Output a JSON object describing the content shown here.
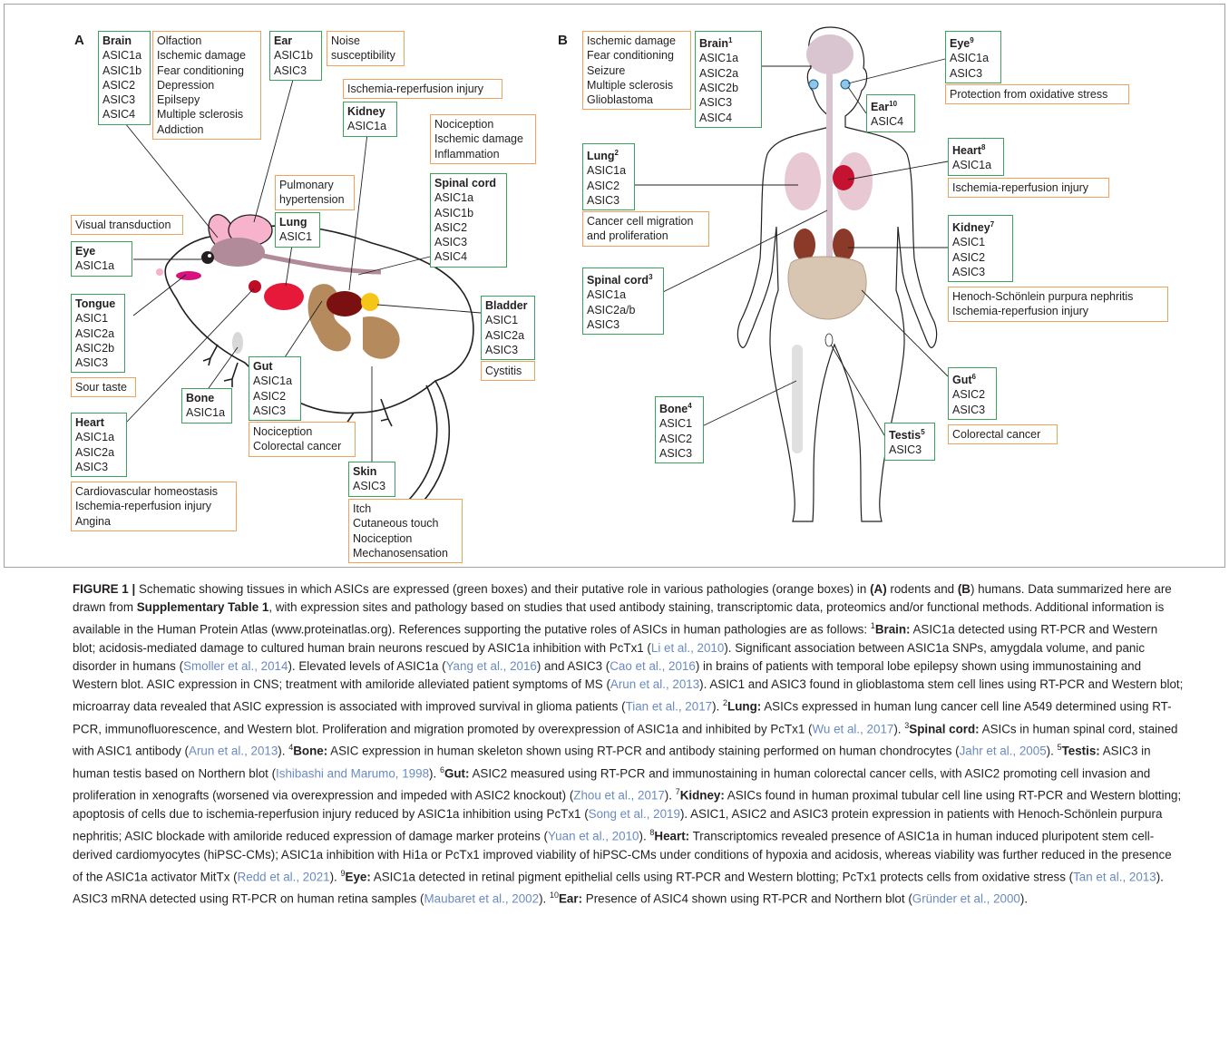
{
  "panels": {
    "a": "A",
    "b": "B"
  },
  "rodent": {
    "brain": {
      "title": "Brain",
      "items": [
        "ASIC1a",
        "ASIC1b",
        "ASIC2",
        "ASIC3",
        "ASIC4"
      ]
    },
    "brain_roles": [
      "Olfaction",
      "Ischemic damage",
      "Fear conditioning",
      "Depression",
      "Epilsepy",
      "Multiple sclerosis",
      "Addiction"
    ],
    "ear": {
      "title": "Ear",
      "items": [
        "ASIC1b",
        "ASIC3"
      ]
    },
    "ear_roles": [
      "Noise",
      "susceptibility"
    ],
    "kidney_role": "Ischemia-reperfusion injury",
    "kidney": {
      "title": "Kidney",
      "items": [
        "ASIC1a"
      ]
    },
    "spinal_roles": [
      "Nociception",
      "Ischemic damage",
      "Inflammation"
    ],
    "spinal": {
      "title": "Spinal cord",
      "items": [
        "ASIC1a",
        "ASIC1b",
        "ASIC2",
        "ASIC3",
        "ASIC4"
      ]
    },
    "lung_roles": [
      "Pulmonary",
      "hypertension"
    ],
    "lung": {
      "title": "Lung",
      "items": [
        "ASIC1"
      ]
    },
    "eye_role": "Visual transduction",
    "eye": {
      "title": "Eye",
      "items": [
        "ASIC1a"
      ]
    },
    "tongue": {
      "title": "Tongue",
      "items": [
        "ASIC1",
        "ASIC2a",
        "ASIC2b",
        "ASIC3"
      ]
    },
    "tongue_role": "Sour taste",
    "bladder": {
      "title": "Bladder",
      "items": [
        "ASIC1",
        "ASIC2a",
        "ASIC3"
      ]
    },
    "bladder_role": "Cystitis",
    "gut": {
      "title": "Gut",
      "items": [
        "ASIC1a",
        "ASIC2",
        "ASIC3"
      ]
    },
    "gut_roles": [
      "Nociception",
      "Colorectal cancer"
    ],
    "bone": {
      "title": "Bone",
      "items": [
        "ASIC1a"
      ]
    },
    "heart": {
      "title": "Heart",
      "items": [
        "ASIC1a",
        "ASIC2a",
        "ASIC3"
      ]
    },
    "heart_roles": [
      "Cardiovascular homeostasis",
      "Ischemia-reperfusion injury",
      "Angina"
    ],
    "skin": {
      "title": "Skin",
      "items": [
        "ASIC3"
      ]
    },
    "skin_roles": [
      "Itch",
      "Cutaneous touch",
      "Nociception",
      "Mechanosensation"
    ]
  },
  "human": {
    "brain_roles": [
      "Ischemic damage",
      "Fear conditioning",
      "Seizure",
      "Multiple sclerosis",
      "Glioblastoma"
    ],
    "brain": {
      "title": "Brain",
      "sup": "1",
      "items": [
        "ASIC1a",
        "ASIC2a",
        "ASIC2b",
        "ASIC3",
        "ASIC4"
      ]
    },
    "eye": {
      "title": "Eye",
      "sup": "9",
      "items": [
        "ASIC1a",
        "ASIC3"
      ]
    },
    "eye_role": "Protection from oxidative stress",
    "ear": {
      "title": "Ear",
      "sup": "10",
      "items": [
        "ASIC4"
      ]
    },
    "lung": {
      "title": "Lung",
      "sup": "2",
      "items": [
        "ASIC1a",
        "ASIC2",
        "ASIC3"
      ]
    },
    "lung_roles": [
      "Cancer cell migration",
      "and proliferation"
    ],
    "heart": {
      "title": "Heart",
      "sup": "8",
      "items": [
        "ASIC1a"
      ]
    },
    "heart_role": "Ischemia-reperfusion injury",
    "kidney": {
      "title": "Kidney",
      "sup": "7",
      "items": [
        "ASIC1",
        "ASIC2",
        "ASIC3"
      ]
    },
    "kidney_roles": [
      "Henoch-Schönlein purpura nephritis",
      "Ischemia-reperfusion injury"
    ],
    "spinal": {
      "title": "Spinal cord",
      "sup": "3",
      "items": [
        "ASIC1a",
        "ASIC2a/b",
        "ASIC3"
      ]
    },
    "gut": {
      "title": "Gut",
      "sup": "6",
      "items": [
        "ASIC2",
        "ASIC3"
      ]
    },
    "gut_role": "Colorectal cancer",
    "bone": {
      "title": "Bone",
      "sup": "4",
      "items": [
        "ASIC1",
        "ASIC2",
        "ASIC3"
      ]
    },
    "testis": {
      "title": "Testis",
      "sup": "5",
      "items": [
        "ASIC3"
      ]
    }
  },
  "caption": {
    "p01": "FIGURE 1 |",
    "p02": " Schematic showing tissues in which ASICs are expressed (green boxes) and their putative role in various pathologies (orange boxes) in ",
    "p03": "(A)",
    "p04": " rodents and ",
    "p05": "(B",
    "p06": ") humans. Data summarized here are drawn from ",
    "p07": "Supplementary Table 1",
    "p08": ", with expression sites and pathology based on studies that used antibody staining, transcriptomic data, proteomics and/or functional methods. Additional information is available in the Human Protein Atlas (www.proteinatlas.org). References supporting the putative roles of ASICs in human pathologies are as follows: ",
    "s1": "1",
    "p09": "Brain:",
    "p10": " ASIC1a detected using RT-PCR and Western blot; acidosis-mediated damage to cultured human brain neurons rescued by ASIC1a inhibition with PcTx1 (",
    "c01": "Li et al., 2010",
    "p11": "). Significant association between ASIC1a SNPs, amygdala volume, and panic disorder in humans (",
    "c02": "Smoller et al., 2014",
    "p12": "). Elevated levels of ASIC1a (",
    "c03": "Yang et al., 2016",
    "p13": ") and ASIC3 (",
    "c04": "Cao et al., 2016",
    "p14": ") in brains of patients with temporal lobe epilepsy shown using immunostaining and Western blot. ASIC expression in CNS; treatment with amiloride alleviated patient symptoms of MS (",
    "c05": "Arun et al., 2013",
    "p15": "). ASIC1 and ASIC3 found in glioblastoma stem cell lines using RT-PCR and Western blot; microarray data revealed that ASIC expression is associated with improved survival in glioma patients (",
    "c06": "Tian et al., 2017",
    "p16": "). ",
    "s2": "2",
    "p17": "Lung:",
    "p18": " ASICs expressed in human lung cancer cell line A549 determined using RT-PCR, immunofluorescence, and Western blot. Proliferation and migration promoted by overexpression of ASIC1a and inhibited by PcTx1 (",
    "c07": "Wu et al., 2017",
    "p19": "). ",
    "s3": "3",
    "p20": "Spinal cord:",
    "p21": " ASICs in human spinal cord, stained with ASIC1 antibody (",
    "c08": "Arun et al., 2013",
    "p22": "). ",
    "s4": "4",
    "p23": "Bone:",
    "p24": " ASIC expression in human skeleton shown using RT-PCR and antibody staining performed on human chondrocytes (",
    "c09": "Jahr et al., 2005",
    "p25": "). ",
    "s5": "5",
    "p26": "Testis:",
    "p27": " ASIC3 in human testis based on Northern blot (",
    "c10": "Ishibashi and Marumo, 1998",
    "p28": "). ",
    "s6": "6",
    "p29": "Gut:",
    "p30": " ASIC2 measured using RT-PCR and immunostaining in human colorectal cancer cells, with ASIC2 promoting cell invasion and proliferation in xenografts (worsened via overexpression and impeded with ASIC2 knockout) (",
    "c11": "Zhou et al., 2017",
    "p31": "). ",
    "s7": "7",
    "p32": "Kidney:",
    "p33": " ASICs found in human proximal tubular cell line using RT-PCR and Western blotting; apoptosis of cells due to ischemia-reperfusion injury reduced by ASIC1a inhibition using PcTx1 (",
    "c12": "Song et al., 2019",
    "p34": "). ASIC1, ASIC2 and ASIC3 protein expression in patients with Henoch-Schönlein purpura nephritis; ASIC blockade with amiloride reduced expression of damage marker proteins (",
    "c13": "Yuan et al., 2010",
    "p35": "). ",
    "s8": "8",
    "p36": "Heart:",
    "p37": " Transcriptomics revealed presence of ASIC1a in human induced pluripotent stem cell-derived cardiomyocytes (hiPSC-CMs); ASIC1a inhibition with Hi1a or PcTx1 improved viability of hiPSC-CMs under conditions of hypoxia and acidosis, whereas viability was further reduced in the presence of the ASIC1a activator MitTx (",
    "c14": "Redd et al., 2021",
    "p38": "). ",
    "s9": "9",
    "p39": "Eye:",
    "p40": " ASIC1a detected in retinal pigment epithelial cells using RT-PCR and Western blotting; PcTx1 protects cells from oxidative stress (",
    "c15": "Tan et al., 2013",
    "p41": "). ASIC3 mRNA detected using RT-PCR on human retina samples (",
    "c16": "Maubaret et al., 2002",
    "p42": "). ",
    "s10": "10",
    "p43": "Ear:",
    "p44": " Presence of ASIC4 shown using RT-PCR and Northern blot (",
    "c17": "Gründer et al., 2000",
    "p45": ")."
  },
  "colors": {
    "green_box": "#3aa35b",
    "orange_box": "#f2a05a",
    "citation": "#6a8bbf"
  }
}
